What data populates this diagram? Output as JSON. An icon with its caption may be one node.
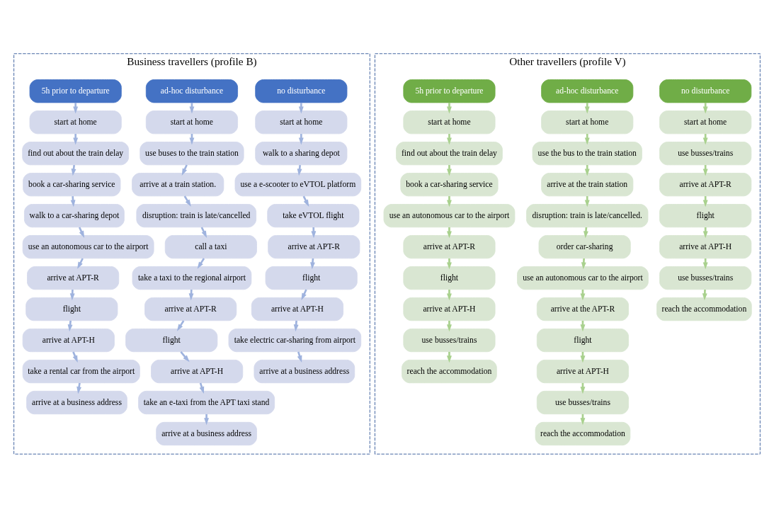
{
  "diagram": {
    "nodes": [
      {
        "text": [
          "Business travellers (profile B)"
        ]
      },
      {
        "text": [
          "no disturbance"
        ],
        "in": 0
      },
      {
        "text": [
          "start at home"
        ],
        "in": 0
      },
      {
        "text": [
          "walk to a sharing depot"
        ],
        "in": 0
      },
      {
        "text": [
          "use a e-scooter to eVTOL platform"
        ],
        "in": 0
      },
      {
        "text": [
          "take eVTOL flight"
        ],
        "in": 0
      },
      {
        "text": [
          "arrive at APT-R"
        ],
        "in": 0
      },
      {
        "text": [
          "flight"
        ],
        "in": 0
      },
      {
        "text": [
          "arrive at APT-H"
        ],
        "in": 0
      },
      {
        "text": [
          "take electric car-sharing from airport"
        ],
        "in": 0
      },
      {
        "text": [
          "arrive at a business address"
        ],
        "in": 0
      },
      {
        "text": [
          "ad-hoc disturbance"
        ],
        "in": 0
      },
      {
        "text": [
          "start at home"
        ],
        "in": 0
      },
      {
        "text": [
          "use buses to the train station"
        ],
        "in": 0
      },
      {
        "text": [
          "arrive at a train station."
        ],
        "in": 0
      },
      {
        "text": [
          "disruption: train is late/cancelled"
        ],
        "in": 0
      },
      {
        "text": [
          "call a taxi"
        ],
        "in": 0
      },
      {
        "text": [
          "take a taxi to the regional airport"
        ],
        "in": 0
      },
      {
        "text": [
          "arrive at APT-R"
        ],
        "in": 0
      },
      {
        "text": [
          "flight"
        ],
        "in": 0
      },
      {
        "text": [
          "arrive at APT-H"
        ],
        "in": 0
      },
      {
        "text": [
          "take an e-taxi from the APT taxi stand"
        ],
        "in": 0
      },
      {
        "text": [
          "arrive at a business address"
        ],
        "in": 0
      },
      {
        "text": [
          "5h prior to departure"
        ],
        "in": 0
      },
      {
        "text": [
          "start at home"
        ],
        "in": 0
      },
      {
        "text": [
          "find out about the train delay"
        ],
        "in": 0
      },
      {
        "text": [
          "book a car-sharing service"
        ],
        "in": 0
      },
      {
        "text": [
          "walk to a car-sharing depot"
        ],
        "in": 0
      },
      {
        "text": [
          "use an autonomous car to the airport"
        ],
        "in": 0
      },
      {
        "text": [
          "arrive at APT-R"
        ],
        "in": 0
      },
      {
        "text": [
          "flight"
        ],
        "in": 0
      },
      {
        "text": [
          "arrive at APT-H"
        ],
        "in": 0
      },
      {
        "text": [
          "take a rental car from the airport"
        ],
        "in": 0
      },
      {
        "text": [
          "arrive at a business address"
        ],
        "in": 0
      },
      {
        "text": [
          "Other travellers (profile V)"
        ]
      },
      {
        "text": [
          "no disturbance"
        ],
        "in": 34
      },
      {
        "text": [
          "start at home"
        ],
        "in": 34
      },
      {
        "text": [
          "use busses/trains"
        ],
        "in": 34
      },
      {
        "text": [
          "arrive at APT-R"
        ],
        "in": 34
      },
      {
        "text": [
          "flight"
        ],
        "in": 34
      },
      {
        "text": [
          "arrive at APT-H"
        ],
        "in": 34
      },
      {
        "text": [
          "use busses/trains"
        ],
        "in": 34
      },
      {
        "text": [
          "reach the accommodation"
        ],
        "in": 34
      },
      {
        "text": [
          "ad-hoc disturbance"
        ],
        "in": 34
      },
      {
        "text": [
          "start at home"
        ],
        "in": 34
      },
      {
        "text": [
          "use the bus to the train station"
        ],
        "in": 34
      },
      {
        "text": [
          "arrive at the train station"
        ],
        "in": 34
      },
      {
        "text": [
          "disruption: train is late/cancelled."
        ],
        "in": 34
      },
      {
        "text": [
          "order car-sharing"
        ],
        "in": 34
      },
      {
        "text": [
          "use an autonomous car to the airport"
        ],
        "in": 34
      },
      {
        "text": [
          "arrive at the APT-R"
        ],
        "in": 34
      },
      {
        "text": [
          "flight"
        ],
        "in": 34
      },
      {
        "text": [
          "arrive at APT-H"
        ],
        "in": 34
      },
      {
        "text": [
          "use busses/trains"
        ],
        "in": 34
      },
      {
        "text": [
          "reach the accommodation"
        ],
        "in": 34
      },
      {
        "text": [
          "5h prior to departure"
        ],
        "in": 34
      },
      {
        "text": [
          "start at home"
        ],
        "in": 34
      },
      {
        "text": [
          "find out about the train delay"
        ],
        "in": 34
      },
      {
        "text": [
          "book a car-sharing service"
        ],
        "in": 34
      },
      {
        "text": [
          "use an autonomous car to the airport"
        ],
        "in": 34
      },
      {
        "text": [
          "arrive at APT-R"
        ],
        "in": 34
      },
      {
        "text": [
          "flight"
        ],
        "in": 34
      },
      {
        "text": [
          "arrive at APT-H"
        ],
        "in": 34
      },
      {
        "text": [
          "use busses/trains"
        ],
        "in": 34
      },
      {
        "text": [
          "reach the accommodation"
        ],
        "in": 34
      }
    ],
    "edges": [
      {
        "from": 1,
        "to": 2,
        "arrow": "to"
      },
      {
        "from": 2,
        "to": 3,
        "arrow": "to"
      },
      {
        "from": 3,
        "to": 4,
        "arrow": "to"
      },
      {
        "from": 4,
        "to": 5,
        "arrow": "to"
      },
      {
        "from": 5,
        "to": 6,
        "arrow": "to"
      },
      {
        "from": 6,
        "to": 7,
        "arrow": "to"
      },
      {
        "from": 7,
        "to": 8,
        "arrow": "to"
      },
      {
        "from": 8,
        "to": 9,
        "arrow": "to"
      },
      {
        "from": 9,
        "to": 10,
        "arrow": "to"
      },
      {
        "from": 11,
        "to": 12,
        "arrow": "to"
      },
      {
        "from": 12,
        "to": 13,
        "arrow": "to"
      },
      {
        "from": 13,
        "to": 14,
        "arrow": "to"
      },
      {
        "from": 14,
        "to": 15,
        "arrow": "to"
      },
      {
        "from": 15,
        "to": 16,
        "arrow": "to"
      },
      {
        "from": 16,
        "to": 17,
        "arrow": "to"
      },
      {
        "from": 17,
        "to": 18,
        "arrow": "to"
      },
      {
        "from": 18,
        "to": 19,
        "arrow": "to"
      },
      {
        "from": 19,
        "to": 20,
        "arrow": "to"
      },
      {
        "from": 20,
        "to": 21,
        "arrow": "to"
      },
      {
        "from": 21,
        "to": 22,
        "arrow": "to"
      },
      {
        "from": 23,
        "to": 24,
        "arrow": "to"
      },
      {
        "from": 24,
        "to": 25,
        "arrow": "to"
      },
      {
        "from": 25,
        "to": 26,
        "arrow": "to"
      },
      {
        "from": 26,
        "to": 27,
        "arrow": "to"
      },
      {
        "from": 27,
        "to": 28,
        "arrow": "to"
      },
      {
        "from": 28,
        "to": 29,
        "arrow": "to"
      },
      {
        "from": 29,
        "to": 30,
        "arrow": "to"
      },
      {
        "from": 30,
        "to": 31,
        "arrow": "to"
      },
      {
        "from": 31,
        "to": 32,
        "arrow": "to"
      },
      {
        "from": 32,
        "to": 33,
        "arrow": "to"
      },
      {
        "from": 35,
        "to": 36,
        "arrow": "to"
      },
      {
        "from": 36,
        "to": 37,
        "arrow": "to"
      },
      {
        "from": 37,
        "to": 38,
        "arrow": "to"
      },
      {
        "from": 38,
        "to": 39,
        "arrow": "to"
      },
      {
        "from": 39,
        "to": 40,
        "arrow": "to"
      },
      {
        "from": 40,
        "to": 41,
        "arrow": "to"
      },
      {
        "from": 41,
        "to": 42,
        "arrow": "to"
      },
      {
        "from": 43,
        "to": 44,
        "arrow": "to"
      },
      {
        "from": 44,
        "to": 45,
        "arrow": "to"
      },
      {
        "from": 45,
        "to": 46,
        "arrow": "to"
      },
      {
        "from": 46,
        "to": 47,
        "arrow": "to"
      },
      {
        "from": 47,
        "to": 48,
        "arrow": "to"
      },
      {
        "from": 48,
        "to": 49,
        "arrow": "to"
      },
      {
        "from": 49,
        "to": 50,
        "arrow": "to"
      },
      {
        "from": 50,
        "to": 51,
        "arrow": "to"
      },
      {
        "from": 51,
        "to": 52,
        "arrow": "to"
      },
      {
        "from": 52,
        "to": 53,
        "arrow": "to"
      },
      {
        "from": 53,
        "to": 54,
        "arrow": "to"
      },
      {
        "from": 55,
        "to": 56,
        "arrow": "to"
      },
      {
        "from": 56,
        "to": 57,
        "arrow": "to"
      },
      {
        "from": 57,
        "to": 58,
        "arrow": "to"
      },
      {
        "from": 58,
        "to": 59,
        "arrow": "to"
      },
      {
        "from": 59,
        "to": 60,
        "arrow": "to"
      },
      {
        "from": 60,
        "to": 61,
        "arrow": "to"
      },
      {
        "from": 61,
        "to": 62,
        "arrow": "to"
      },
      {
        "from": 62,
        "to": 63,
        "arrow": "to"
      },
      {
        "from": 63,
        "to": 64,
        "arrow": "to"
      }
    ]
  }
}
